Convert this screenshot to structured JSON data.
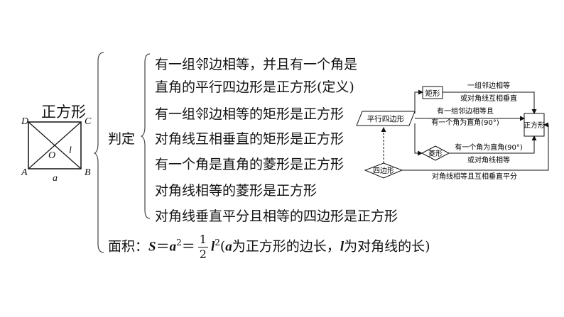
{
  "square": {
    "title": "正方形",
    "vertices": {
      "D": "D",
      "C": "C",
      "A": "A",
      "B": "B",
      "O": "O"
    },
    "side_label": "a",
    "diag_label": "l"
  },
  "judge_label": "判定",
  "criteria": [
    "有一组邻边相等，并且有一个角是",
    "直角的平行四边形是正方形(定义)",
    "有一组邻边相等的矩形是正方形",
    "对角线互相垂直的矩形是正方形",
    "有一个角是直角的菱形是正方形",
    "对角线相等的菱形是正方形",
    "对角线垂直平分且相等的四边形是正方形"
  ],
  "area": {
    "prefix": "面积：",
    "S": "S",
    "eq1": "＝",
    "a": "a",
    "sup2": "2",
    "eq2": "＝",
    "num": "1",
    "den": "2",
    "l": "l",
    "sup2b": "2",
    "open": "(",
    "a2": "a",
    "mid": "为正方形的边长，",
    "l2": "l",
    "end": "为对角线的长)"
  },
  "flow": {
    "parallelogram": "平行四边形",
    "rectangle": "矩形",
    "rhombus": "菱形",
    "quadrilateral": "四边形",
    "square": "正方形",
    "rect_cond_1": "一组邻边相等",
    "rect_cond_2": "或对角线互相垂直",
    "para_cond_1": "有一组邻边相等且",
    "para_cond_2": "有一个角为直角(90°)",
    "rhombus_cond_1": "有一个角为直角(90°)",
    "rhombus_cond_2": "或对角线相等",
    "quad_cond": "对角线相等且互相垂直平分"
  }
}
